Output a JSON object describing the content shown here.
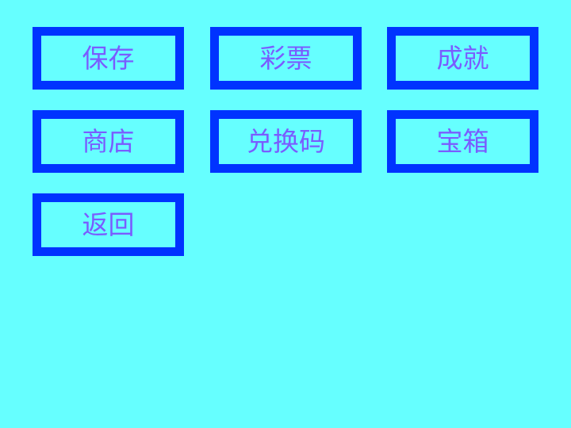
{
  "menu": {
    "save": "保存",
    "lottery": "彩票",
    "achievements": "成就",
    "shop": "商店",
    "redeem_code": "兑换码",
    "treasure_chest": "宝箱",
    "back": "返回"
  },
  "colors": {
    "background": "#66ffff",
    "border": "#0033ff",
    "text": "#7a5cff"
  }
}
